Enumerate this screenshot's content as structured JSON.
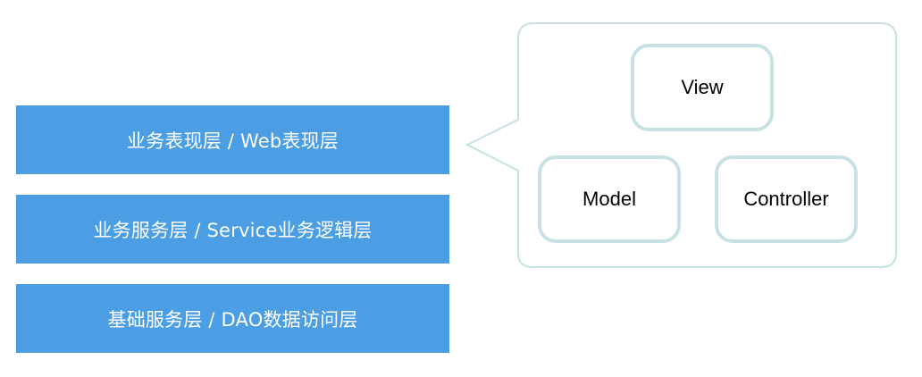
{
  "layers": {
    "web": "业务表现层 / Web表现层",
    "service": "业务服务层 / Service业务逻辑层",
    "dao": "基础服务层 / DAO数据访问层"
  },
  "mvc": {
    "view": "View",
    "model": "Model",
    "controller": "Controller"
  },
  "colors": {
    "layer_fill": "#4b9ee4",
    "layer_text": "#ffffff",
    "callout_border": "#c8e1e4",
    "mvc_box_border": "#c8e1e4"
  }
}
